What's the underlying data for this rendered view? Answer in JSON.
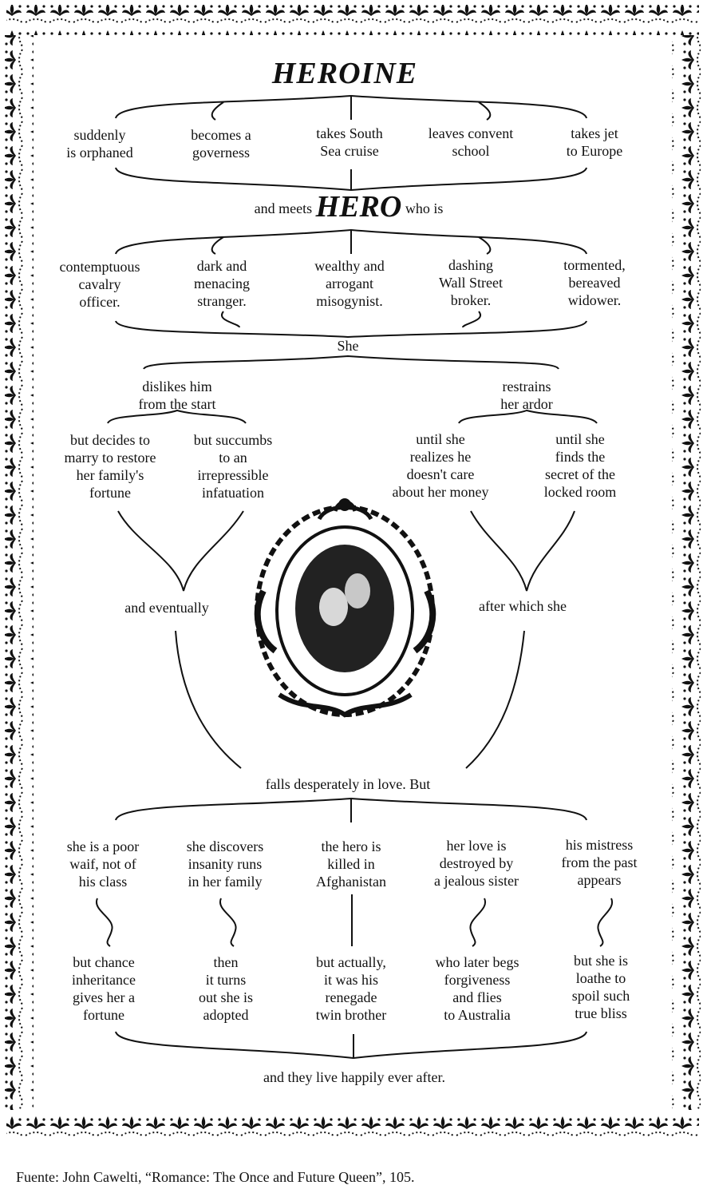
{
  "title": "HEROINE",
  "heroine_options": [
    "suddenly\nis orphaned",
    "becomes a\ngoverness",
    "takes South\nSea cruise",
    "leaves convent\nschool",
    "takes jet\nto Europe"
  ],
  "meets_line": {
    "before": "and meets",
    "hero": "HERO",
    "after": "who is"
  },
  "hero_options": [
    "contemptuous\ncavalry\nofficer.",
    "dark and\nmenacing\nstranger.",
    "wealthy and\narrogant\nmisogynist.",
    "dashing\nWall Street\nbroker.",
    "tormented,\nbereaved\nwidower."
  ],
  "she": "She",
  "reactions": {
    "left": {
      "label": "dislikes him\nfrom the start",
      "options": [
        "but decides to\nmarry to restore\nher family's\nfortune",
        "but succumbs\nto an\nirrepressible\ninfatuation"
      ],
      "join": "and eventually"
    },
    "right": {
      "label": "restrains\nher ardor",
      "options": [
        "until she\nrealizes he\ndoesn't care\nabout her money",
        "until she\nfinds the\nsecret of the\nlocked room"
      ],
      "join": "after which she"
    }
  },
  "falls_line": "falls desperately in love. But",
  "obstacles": [
    "she is a poor\nwaif, not of\nhis class",
    "she discovers\ninsanity runs\nin her family",
    "the hero is\nkilled in\nAfghanistan",
    "her love is\ndestroyed by\na jealous sister",
    "his mistress\nfrom the past\nappears"
  ],
  "resolutions": [
    "but chance\ninheritance\ngives her a\nfortune",
    "then\nit turns\nout she is\nadopted",
    "but actually,\nit was his\nrenegade\ntwin brother",
    "who later begs\nforgiveness\nand flies\nto Australia",
    "but she is\nloathe to\nspoil such\ntrue bliss"
  ],
  "ending": "and they live happily ever after.",
  "caption": "Fuente: John Cawelti, “Romance: The Once and Future Queen”, 105."
}
